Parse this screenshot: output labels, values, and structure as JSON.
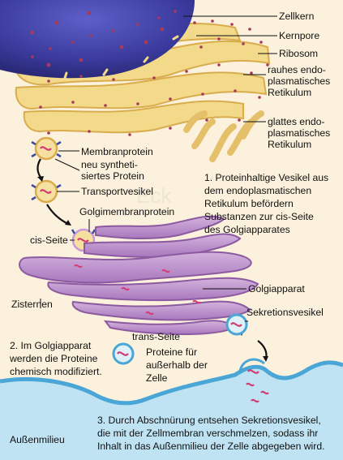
{
  "labels": {
    "nucleus": "Zellkern",
    "nuclear_pore": "Kernpore",
    "ribosome": "Ribosom",
    "rough_er": [
      "rauhes endo-",
      "plasmatisches",
      "Retikulum"
    ],
    "smooth_er": [
      "glattes endo-",
      "plasmatisches",
      "Retikulum"
    ],
    "membrane_protein": "Membranprotein",
    "new_protein": [
      "neu syntheti-",
      "siertes Protein"
    ],
    "transport_vesicle": "Transportvesikel",
    "golgi_membrane_protein": "Golgimembranprotein",
    "cis_side": "cis-Seite",
    "golgi": "Golgiapparat",
    "cisternae": "Zisternen",
    "secretory_vesicle": "Sekretionsvesikel",
    "trans_side": "trans-Seite",
    "proteins_outside": [
      "Proteine für",
      "außerhalb der",
      "Zelle"
    ],
    "outside": "Außenmilieu"
  },
  "steps": {
    "step1": [
      "1. Proteinhaltige Vesikel aus",
      "dem endoplasmatischen",
      "Retikulum befördern",
      "Substanzen zur cis-Seite",
      "des Golgiapparates"
    ],
    "step2": [
      "2. Im Golgiapparat",
      "werden die Proteine",
      "chemisch modifiziert."
    ],
    "step3": [
      "3. Durch Abschnürung entsehen Sekretionsvesikel,",
      "die mit der Zellmembran verschmelzen, sodass ihr",
      "Inhalt in das Außenmilieu der Zelle abgegeben wird."
    ]
  },
  "watermark": "Eck",
  "colors": {
    "cytoplasm": "#fbf1dc",
    "nucleus": "#3d3ea0",
    "er": "#f3d98a",
    "er_edge": "#d9ad4e",
    "ribosome": "#a53a5a",
    "golgi": "#b98bc8",
    "golgi_edge": "#8c5aa0",
    "outside": "#bfe3f3",
    "membrane": "#4aa6d6",
    "protein": "#d23c74"
  }
}
